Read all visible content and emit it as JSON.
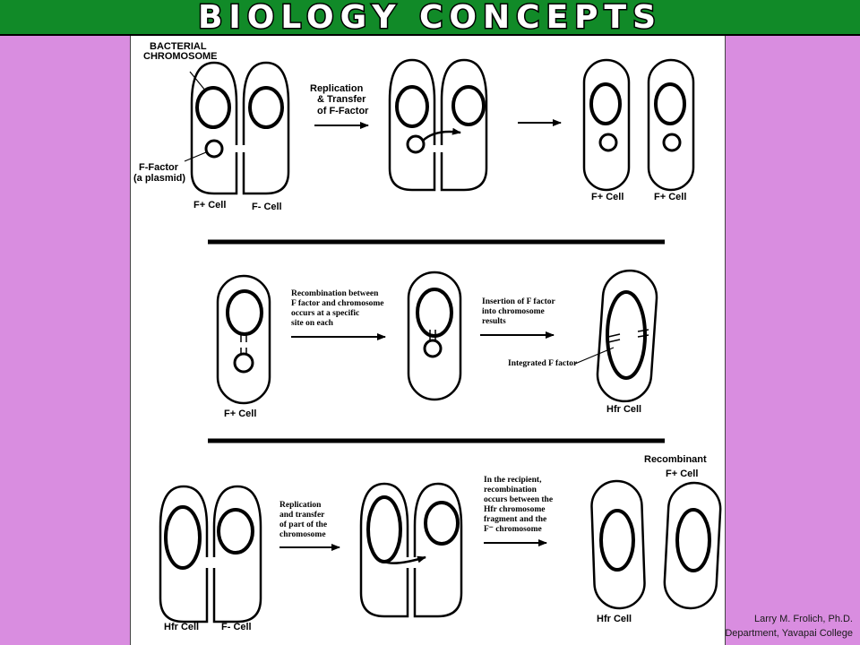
{
  "banner": {
    "title": "BIOLOGY CONCEPTS"
  },
  "credit": {
    "author": "Larry M. Frolich, Ph.D.",
    "affiliation": "Biology Department, Yavapai College"
  },
  "section1": {
    "label_chromosome_1": "BACTERIAL",
    "label_chromosome_2": "CHROMOSOME",
    "label_ffactor_1": "F-Factor",
    "label_ffactor_2": "(a plasmid)",
    "arrow_text_1": "Replication",
    "arrow_text_2": "& Transfer",
    "arrow_text_3": "of F-Factor",
    "cell_fplus": "F+ Cell",
    "cell_fminus": "F- Cell",
    "result_left": "F+ Cell",
    "result_right": "F+ Cell"
  },
  "section2": {
    "arrow1_line1": "Recombination between",
    "arrow1_line2": "F factor and chromosome",
    "arrow1_line3": "occurs at a specific",
    "arrow1_line4": "site on each",
    "arrow2_line1": "Insertion of F factor",
    "arrow2_line2": "into chromosome",
    "arrow2_line3": "results",
    "integrated_label": "Integrated F factor",
    "cell_start": "F+ Cell",
    "cell_end": "Hfr Cell"
  },
  "section3": {
    "arrow1_line1": "Replication",
    "arrow1_line2": "and transfer",
    "arrow1_line3": "of part of the",
    "arrow1_line4": "chromosome",
    "arrow2_line1": "In the recipient,",
    "arrow2_line2": "recombination",
    "arrow2_line3": "occurs between the",
    "arrow2_line4": "Hfr chromosome",
    "arrow2_line5": "fragment and the",
    "arrow2_line6": "F⁻ chromosome",
    "recombinant_1": "Recombinant",
    "recombinant_2": "F+  Cell",
    "cell_hfr": "Hfr Cell",
    "cell_fminus": "F-  Cell",
    "result_hfr": "Hfr Cell"
  }
}
